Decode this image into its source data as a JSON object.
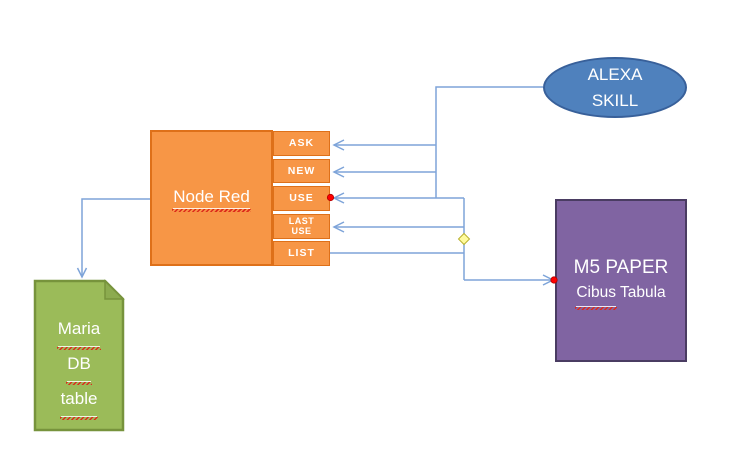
{
  "diagram": {
    "node_red": {
      "title": "Node Red",
      "ports": [
        "ASK",
        "NEW",
        "USE",
        "LAST USE",
        "LIST"
      ]
    },
    "alexa_skill": {
      "line1": "ALEXA",
      "line2": "SKILL"
    },
    "m5_paper": {
      "title": "M5 PAPER",
      "subtitle_word1": "Cibus",
      "subtitle_word2": "Tabula"
    },
    "maria_db": {
      "line1": "Maria",
      "line2": "DB",
      "line3": "table"
    }
  },
  "colors": {
    "node_red_fill": "#F79646",
    "node_red_border": "#DE7019",
    "alexa_fill": "#4F81BD",
    "alexa_border": "#38609A",
    "m5_fill": "#8064A2",
    "m5_border": "#4A3C62",
    "maria_fill": "#9BBB59",
    "maria_border": "#77933C",
    "connector": "#7EA4D9",
    "endpoint_dot": "#FF0000",
    "adjust_handle": "#FFFB9E",
    "spellcheck": "#DD2B1C"
  }
}
